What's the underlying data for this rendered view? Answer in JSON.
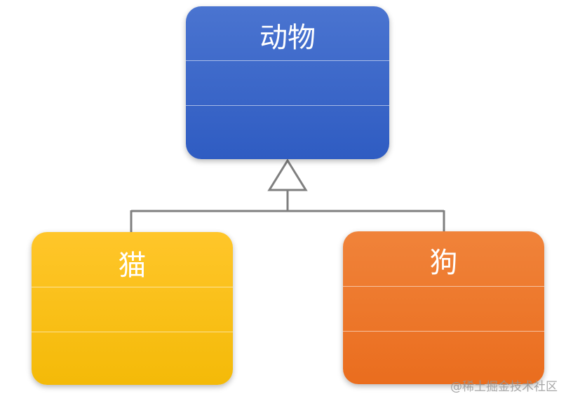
{
  "diagram": {
    "parent": {
      "title": "动物",
      "color": "#3a66c8"
    },
    "children": [
      {
        "id": "cat",
        "title": "猫",
        "color": "#fbc315"
      },
      {
        "id": "dog",
        "title": "狗",
        "color": "#ee7a2e"
      }
    ],
    "relationship": "inheritance",
    "connector_color": "#7f7f7f"
  },
  "watermark": "@稀土掘金技术社区"
}
